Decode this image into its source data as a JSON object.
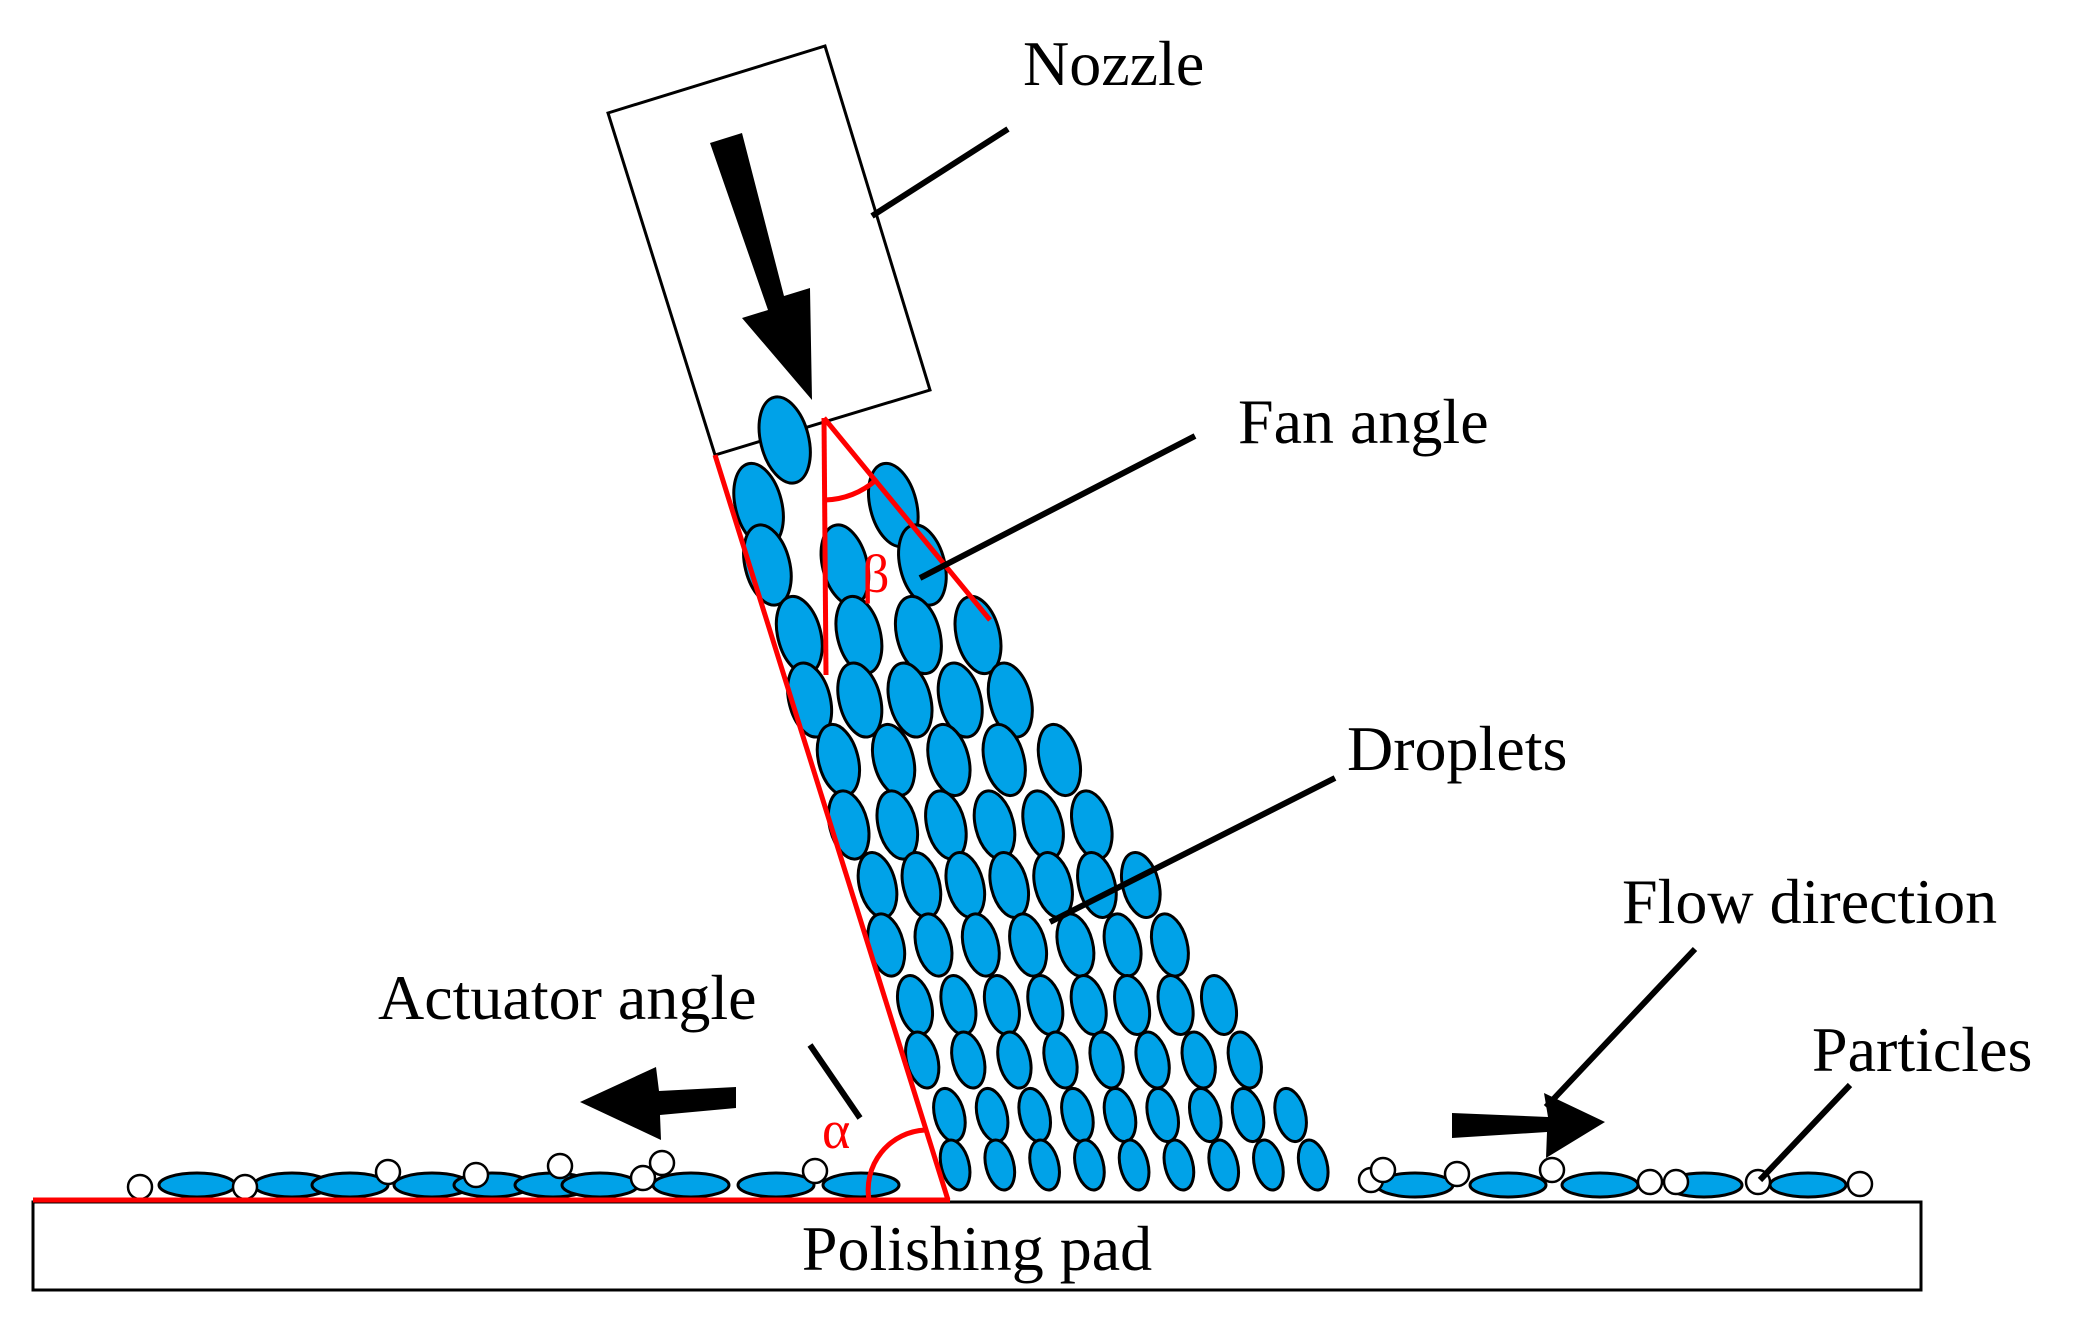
{
  "labels": {
    "nozzle": "Nozzle",
    "fan_angle": "Fan angle",
    "droplets": "Droplets",
    "flow_direction": "Flow direction",
    "particles": "Particles",
    "actuator_angle": "Actuator angle",
    "polishing_pad": "Polishing pad"
  },
  "symbols": {
    "beta": "β",
    "alpha": "α"
  },
  "colors": {
    "droplet": "#00a2e8",
    "angle_lines": "#ff0000",
    "outline": "#000000",
    "particle_fill": "#ffffff"
  }
}
